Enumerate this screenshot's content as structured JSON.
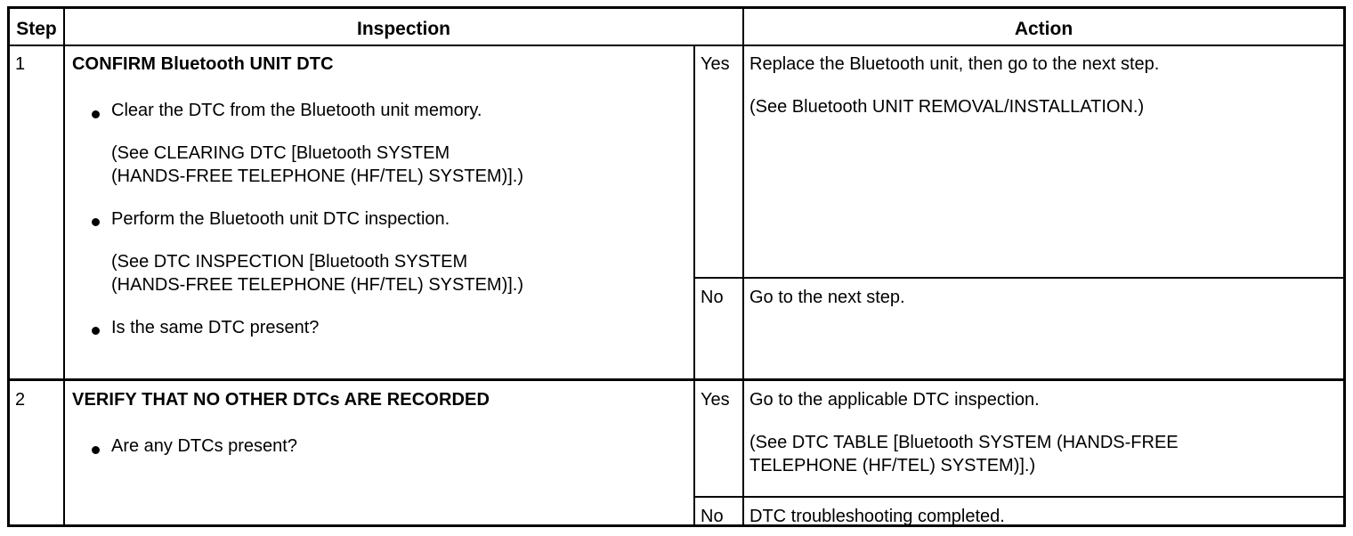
{
  "document": {
    "type": "service-manual-troubleshooting-table"
  },
  "table": {
    "headers": {
      "step": "Step",
      "inspection": "Inspection",
      "action": "Action"
    },
    "rows": [
      {
        "step": "1",
        "inspection": {
          "title": "CONFIRM Bluetooth UNIT DTC",
          "bullets": [
            {
              "text": "Clear the DTC from the Bluetooth unit memory.",
              "note": [
                "(See CLEARING DTC [Bluetooth SYSTEM",
                "(HANDS-FREE TELEPHONE (HF/TEL) SYSTEM)].)"
              ]
            },
            {
              "text": "Perform the Bluetooth unit DTC inspection.",
              "note": [
                "(See DTC INSPECTION [Bluetooth SYSTEM",
                "(HANDS-FREE TELEPHONE (HF/TEL) SYSTEM)].)"
              ]
            },
            {
              "text": "Is the same DTC present?",
              "note": []
            }
          ]
        },
        "results": [
          {
            "label": "Yes",
            "lines": [
              "Replace the Bluetooth unit, then go to the next step.",
              "(See Bluetooth UNIT REMOVAL/INSTALLATION.)"
            ]
          },
          {
            "label": "No",
            "lines": [
              "Go to the next step."
            ]
          }
        ]
      },
      {
        "step": "2",
        "inspection": {
          "title": "VERIFY THAT NO OTHER DTCs ARE RECORDED",
          "bullets": [
            {
              "text": "Are any DTCs present?",
              "note": []
            }
          ]
        },
        "results": [
          {
            "label": "Yes",
            "lines": [
              "Go to the applicable DTC inspection.",
              "(See DTC TABLE [Bluetooth SYSTEM (HANDS-FREE",
              "TELEPHONE (HF/TEL) SYSTEM)].)"
            ]
          },
          {
            "label": "No",
            "lines": [
              "DTC troubleshooting completed."
            ]
          }
        ]
      }
    ]
  },
  "colors": {
    "border": "#000000",
    "background": "#ffffff",
    "text": "#000000"
  }
}
